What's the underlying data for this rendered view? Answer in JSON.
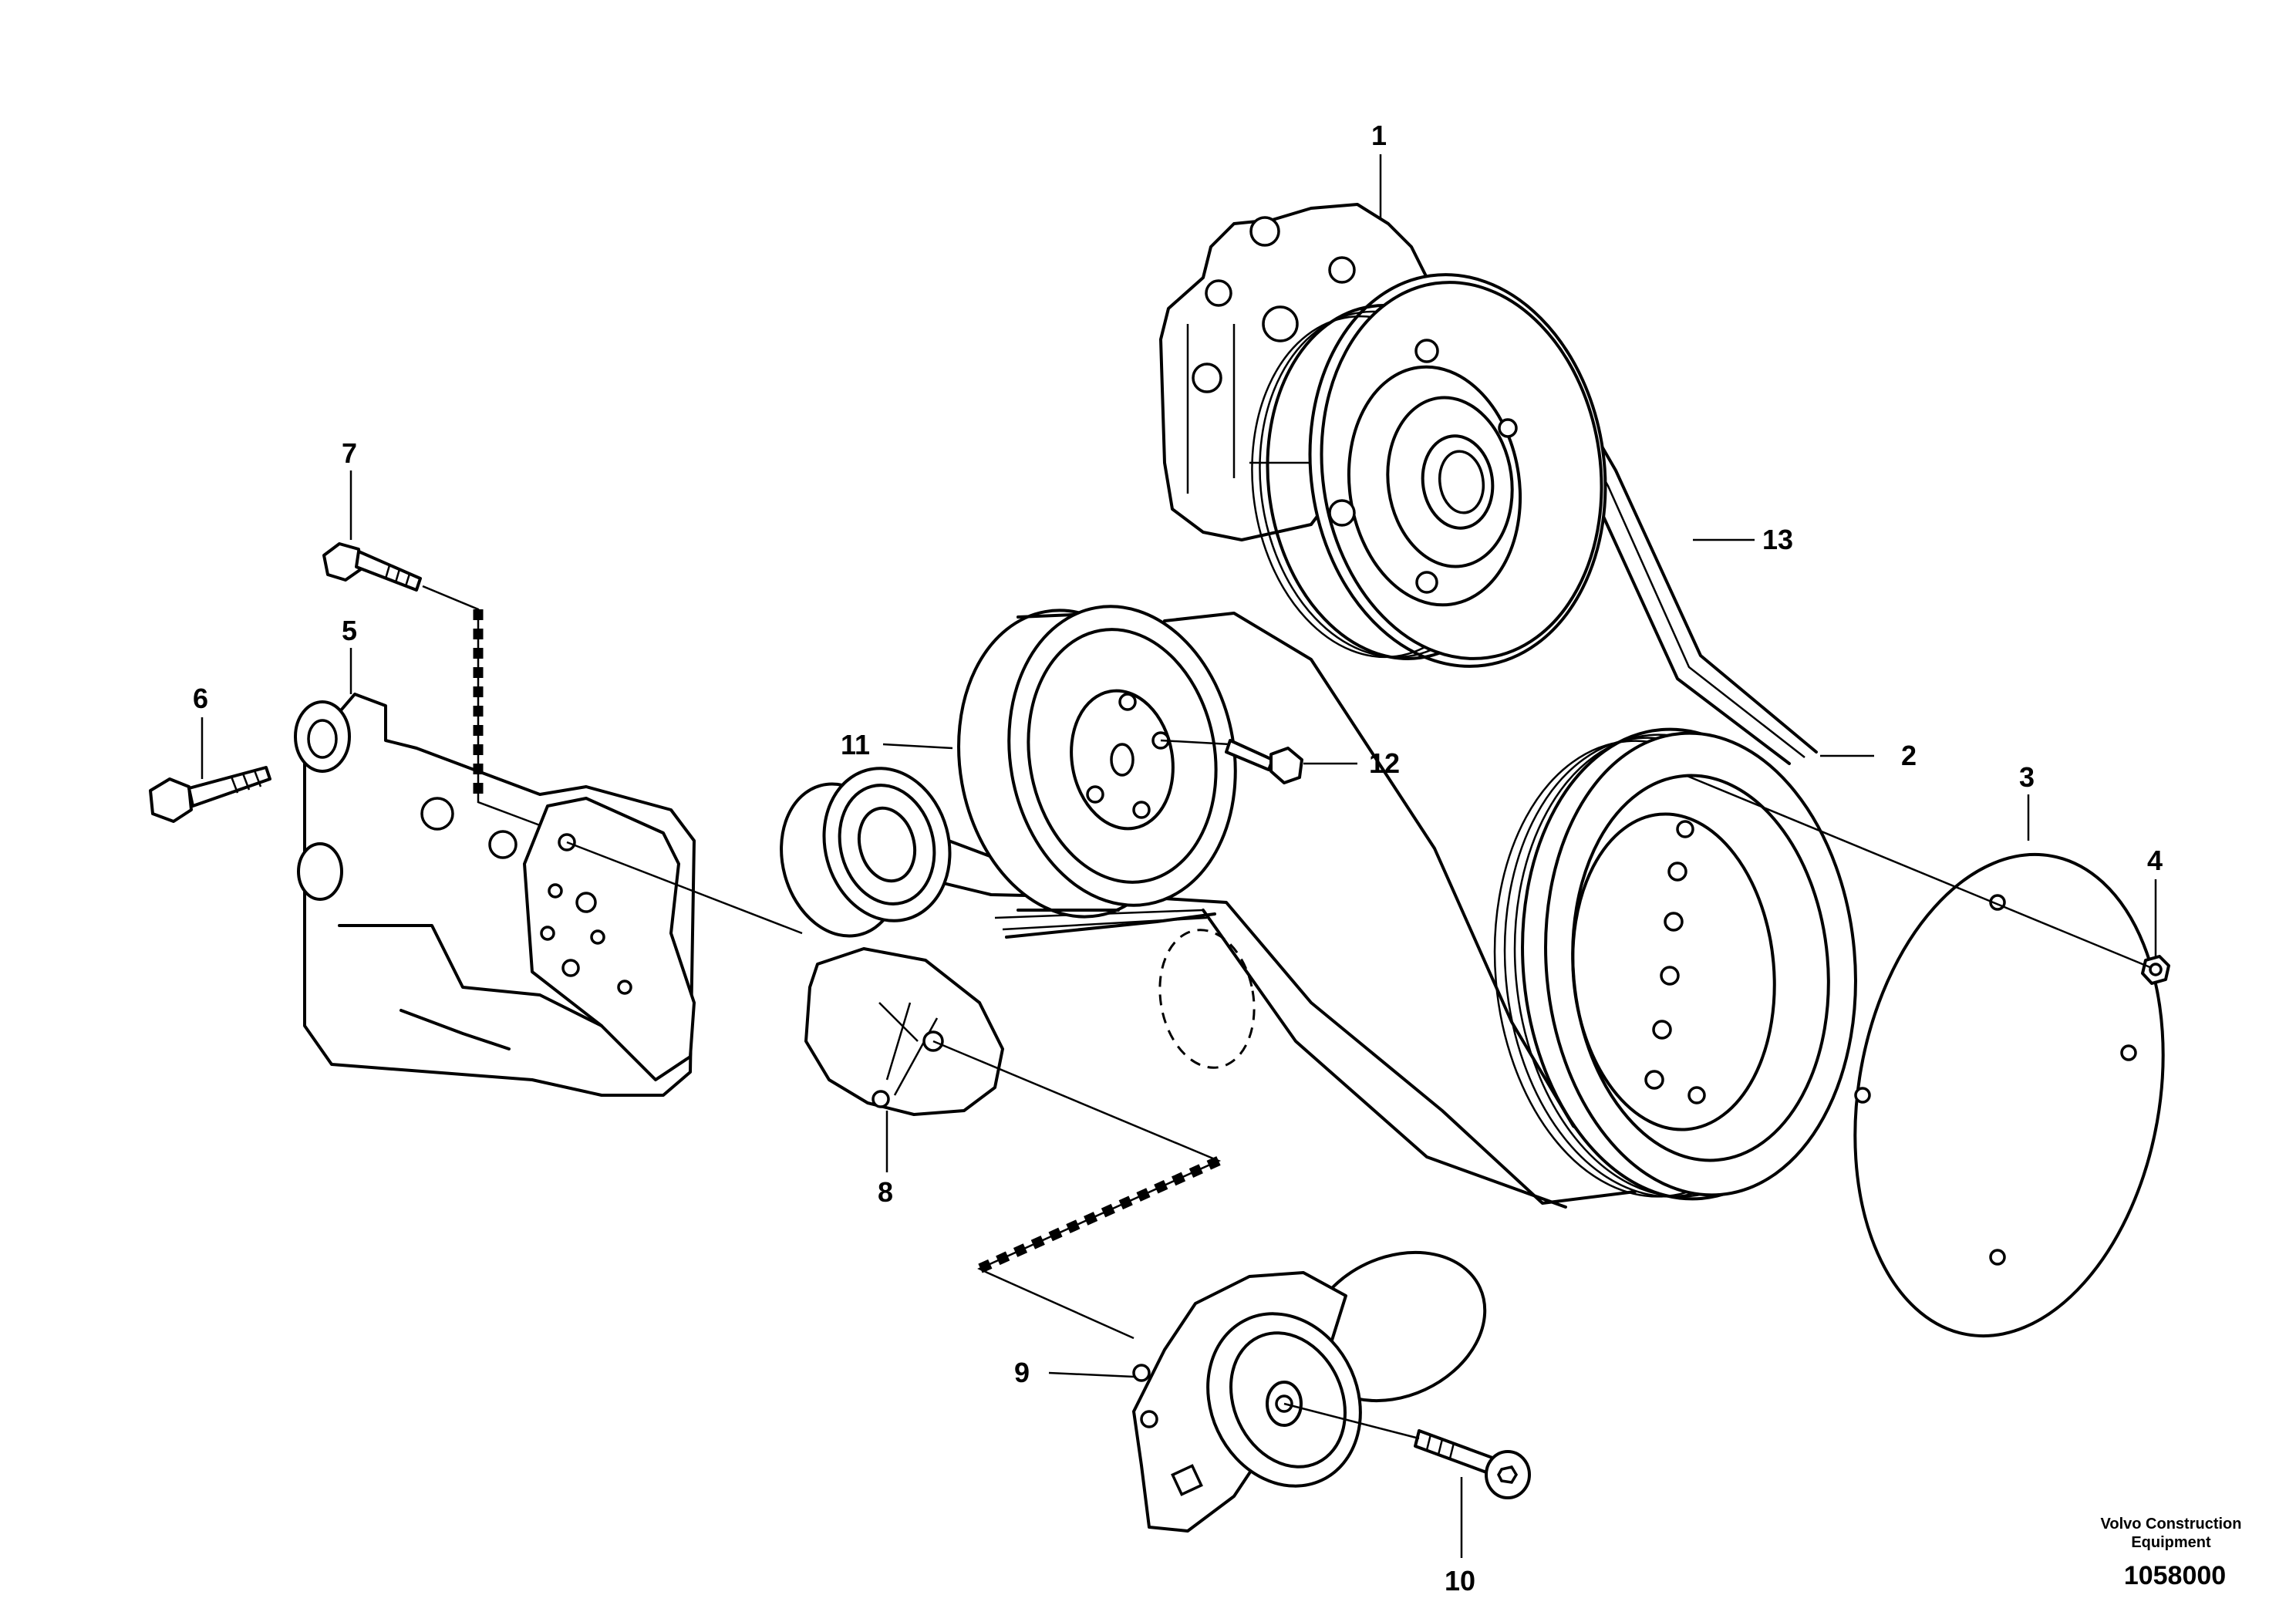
{
  "callouts": [
    {
      "id": "1",
      "label": "1"
    },
    {
      "id": "2",
      "label": "2"
    },
    {
      "id": "3",
      "label": "3"
    },
    {
      "id": "4",
      "label": "4"
    },
    {
      "id": "5",
      "label": "5"
    },
    {
      "id": "6",
      "label": "6"
    },
    {
      "id": "7",
      "label": "7"
    },
    {
      "id": "8",
      "label": "8"
    },
    {
      "id": "9",
      "label": "9"
    },
    {
      "id": "10",
      "label": "10"
    },
    {
      "id": "11",
      "label": "11"
    },
    {
      "id": "12",
      "label": "12"
    },
    {
      "id": "13",
      "label": "13"
    }
  ],
  "footer": {
    "brand_line1": "Volvo Construction",
    "brand_line2": "Equipment",
    "drawing_number": "1058000"
  }
}
